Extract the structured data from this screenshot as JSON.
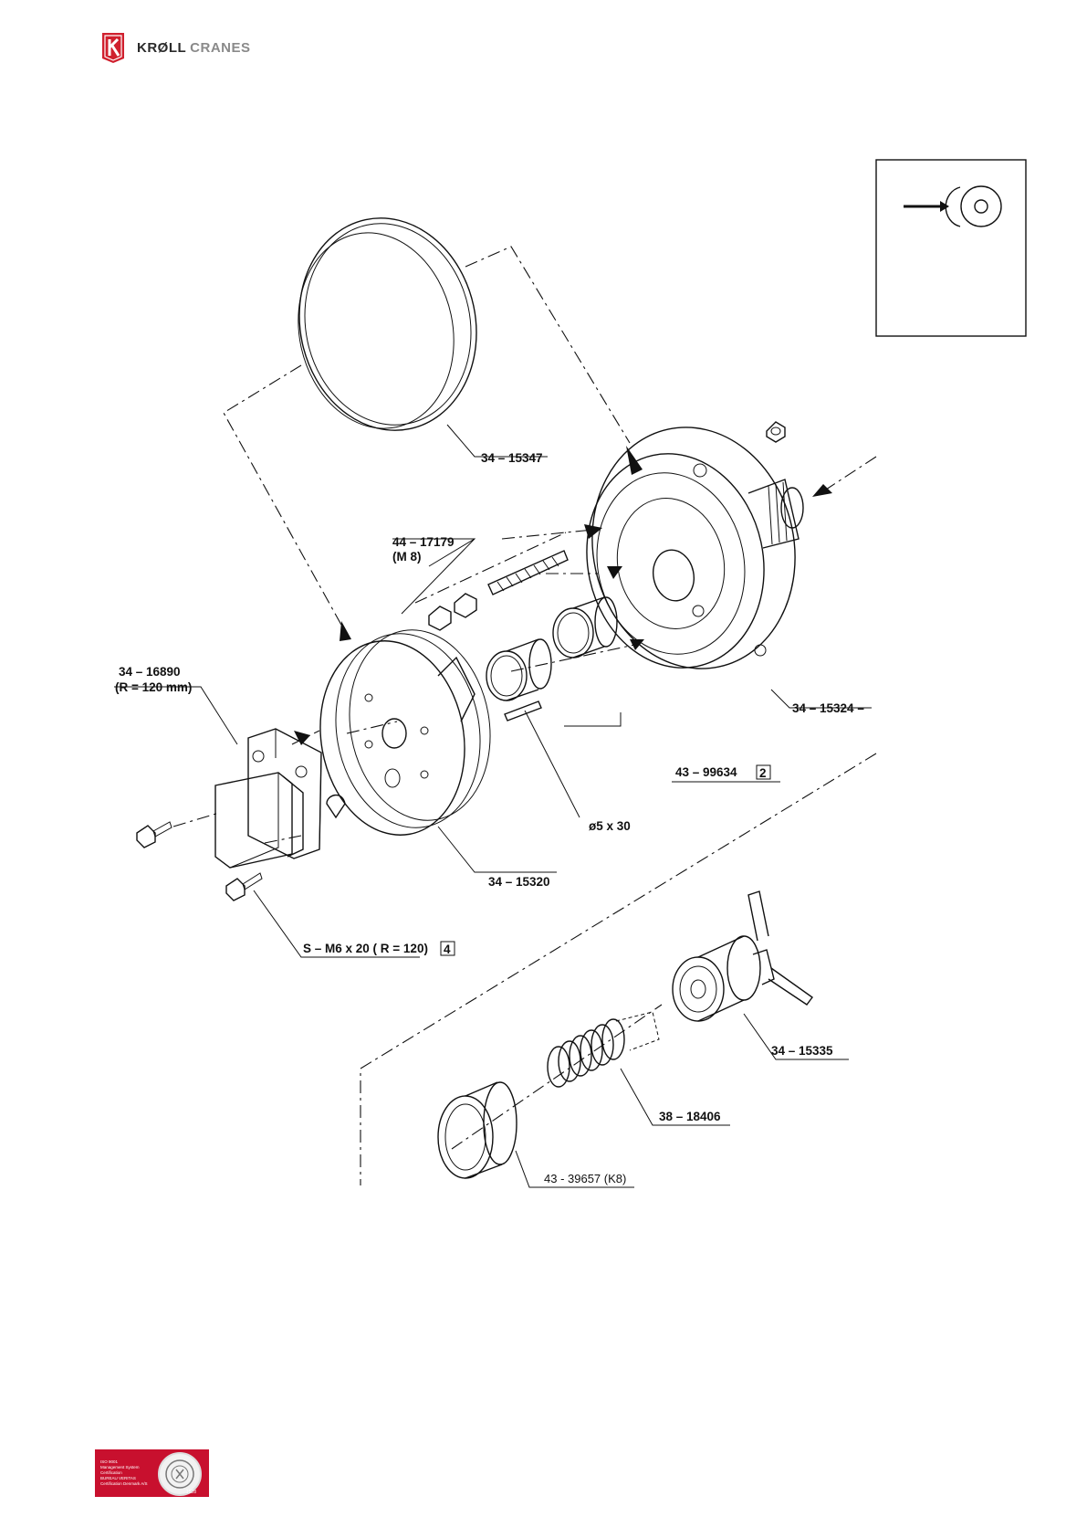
{
  "header": {
    "brand_main": "KRØLL",
    "brand_sub": "CRANES",
    "logo_icon": "kroll-k-logo-icon",
    "brand_color": "#d0202e"
  },
  "diagram": {
    "labels": {
      "ring": "34 – 15347",
      "stud": "44 – 17179",
      "stud_thread": "(M 8)",
      "shoe": "34 – 16890",
      "shoe_radius": "(R = 120 mm)",
      "hub": "34 – 15324 –",
      "bushing": "43 – 99634",
      "bushing_qty": "2",
      "pin": "ø5 x 30",
      "disc": "34 – 15320",
      "screw": "S – M6 x 20 ( R = 120)",
      "screw_qty": "4",
      "handle": "34 – 15335",
      "spring": "38 – 18406",
      "cap": "43 - 39657 (K8)"
    }
  },
  "footer": {
    "cert_line1": "ISO 9001",
    "cert_line2": "Management System Certification",
    "cert_line3": "BUREAU VERITAS",
    "cert_line4": "Certification Denmark A/S",
    "cert_year": "1828",
    "cert_color": "#c8102e"
  }
}
